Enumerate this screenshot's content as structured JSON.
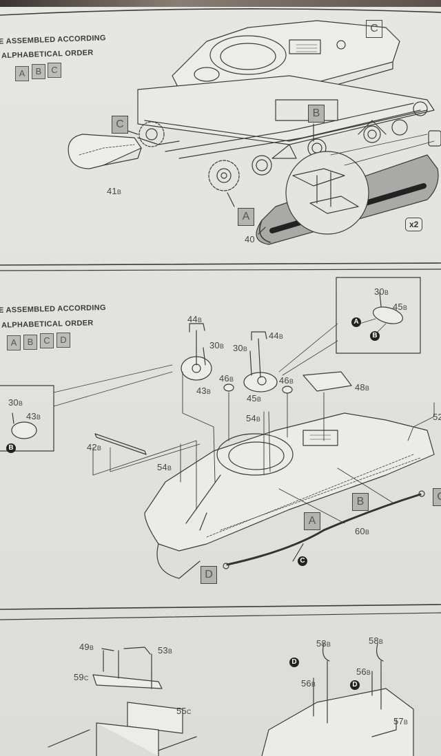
{
  "page": {
    "type": "model kit assembly instruction sheet (photographed)"
  },
  "step1": {
    "instruction_line1": "E ASSEMBLED ACCORDING",
    "instruction_line2": "ALPHABETICAL ORDER",
    "order_letters": [
      "A",
      "B",
      "C"
    ],
    "assembly_markers": [
      "A",
      "B",
      "C"
    ],
    "part_labels": [
      {
        "num": "41",
        "sprue": "B"
      },
      {
        "num": "40",
        "sprue": ""
      }
    ],
    "quantity_badge": "x2"
  },
  "step2": {
    "instruction_line1": "E ASSEMBLED ACCORDING",
    "instruction_line2": "ALPHABETICAL ORDER",
    "order_letters": [
      "A",
      "B",
      "C",
      "D"
    ],
    "assembly_markers": [
      "A",
      "B",
      "C",
      "D"
    ],
    "detail_callouts": [
      "A",
      "B",
      "B",
      "C"
    ],
    "part_labels": {
      "p44a": {
        "num": "44",
        "sprue": "B"
      },
      "p44b": {
        "num": "44",
        "sprue": "B"
      },
      "p30a": {
        "num": "30",
        "sprue": "B"
      },
      "p30b": {
        "num": "30",
        "sprue": "B"
      },
      "p30c": {
        "num": "30",
        "sprue": "B"
      },
      "p30d": {
        "num": "30",
        "sprue": "B"
      },
      "p43a": {
        "num": "43",
        "sprue": "B"
      },
      "p43b": {
        "num": "43",
        "sprue": "B"
      },
      "p45a": {
        "num": "45",
        "sprue": "B"
      },
      "p45b": {
        "num": "45",
        "sprue": "B"
      },
      "p46a": {
        "num": "46",
        "sprue": "B"
      },
      "p46b": {
        "num": "46",
        "sprue": "B"
      },
      "p48": {
        "num": "48",
        "sprue": "B"
      },
      "p42": {
        "num": "42",
        "sprue": "B"
      },
      "p54a": {
        "num": "54",
        "sprue": "B"
      },
      "p54b": {
        "num": "54",
        "sprue": "B"
      },
      "p52": {
        "num": "52",
        "sprue": ""
      },
      "p60": {
        "num": "60",
        "sprue": "B"
      }
    }
  },
  "step3": {
    "part_labels": {
      "p49": {
        "num": "49",
        "sprue": "B"
      },
      "p53": {
        "num": "53",
        "sprue": "B"
      },
      "p59": {
        "num": "59",
        "sprue": "C"
      },
      "p55": {
        "num": "55",
        "sprue": "C"
      },
      "p58a": {
        "num": "58",
        "sprue": "B"
      },
      "p58b": {
        "num": "58",
        "sprue": "B"
      },
      "p56a": {
        "num": "56",
        "sprue": "B"
      },
      "p56b": {
        "num": "56",
        "sprue": "B"
      },
      "p57": {
        "num": "57",
        "sprue": "B"
      }
    },
    "detail_callouts": [
      "D",
      "D"
    ]
  }
}
